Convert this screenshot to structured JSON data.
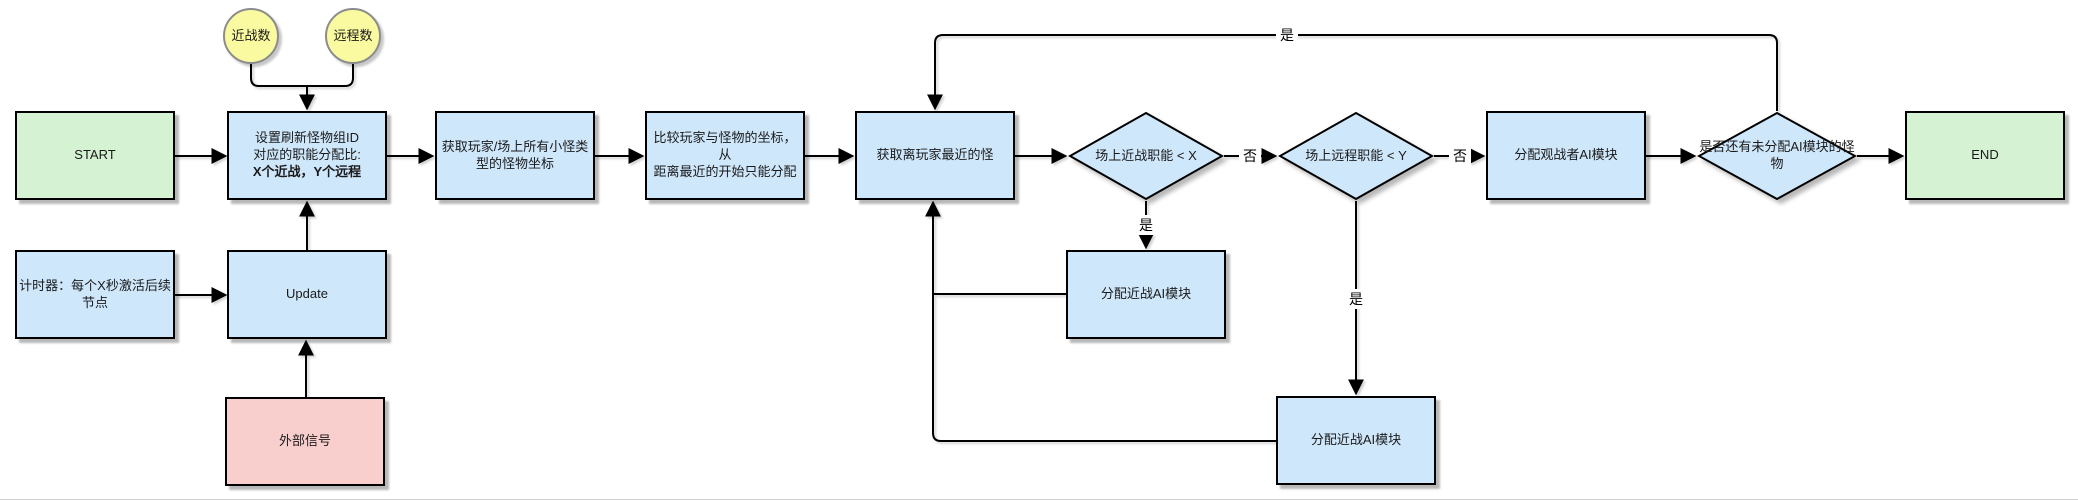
{
  "diagram": {
    "type": "flowchart",
    "nodes": {
      "start": {
        "label": "START"
      },
      "end": {
        "label": "END"
      },
      "melee_count": {
        "label": "近战数"
      },
      "ranged_count": {
        "label": "远程数"
      },
      "set_ratio": {
        "lines": [
          "设置刷新怪物组ID",
          "对应的职能分配比:",
          "X个近战，Y个远程"
        ]
      },
      "get_coords": {
        "lines": [
          "获取玩家/场上所有小怪类",
          "型的怪物坐标"
        ]
      },
      "compare": {
        "lines": [
          "比较玩家与怪物的坐标，从",
          "距离最近的开始只能分配"
        ]
      },
      "get_nearest": {
        "label": "获取离玩家最近的怪"
      },
      "melee_check": {
        "label": "场上近战职能 < X"
      },
      "ranged_check": {
        "label": "场上远程职能 < Y"
      },
      "assign_spectator": {
        "label": "分配观战者AI模块"
      },
      "remaining_check": {
        "label": "是否还有未分配AI模块的怪物"
      },
      "timer": {
        "lines": [
          "计时器：每个X秒激活后续",
          "节点"
        ]
      },
      "update": {
        "label": "Update"
      },
      "external_signal": {
        "label": "外部信号"
      },
      "assign_melee_1": {
        "label": "分配近战AI模块"
      },
      "assign_melee_2": {
        "label": "分配近战AI模块"
      }
    },
    "edge_labels": {
      "no_1": "否",
      "no_2": "否",
      "yes_melee": "是",
      "yes_ranged": "是",
      "yes_loop_top": "是"
    },
    "colors": {
      "process_blue": "#cfe7fb",
      "terminal_green": "#d5f2d2",
      "signal_pink": "#f9cfce",
      "count_yellow": "#fafaa0",
      "line_black": "#000000"
    }
  }
}
